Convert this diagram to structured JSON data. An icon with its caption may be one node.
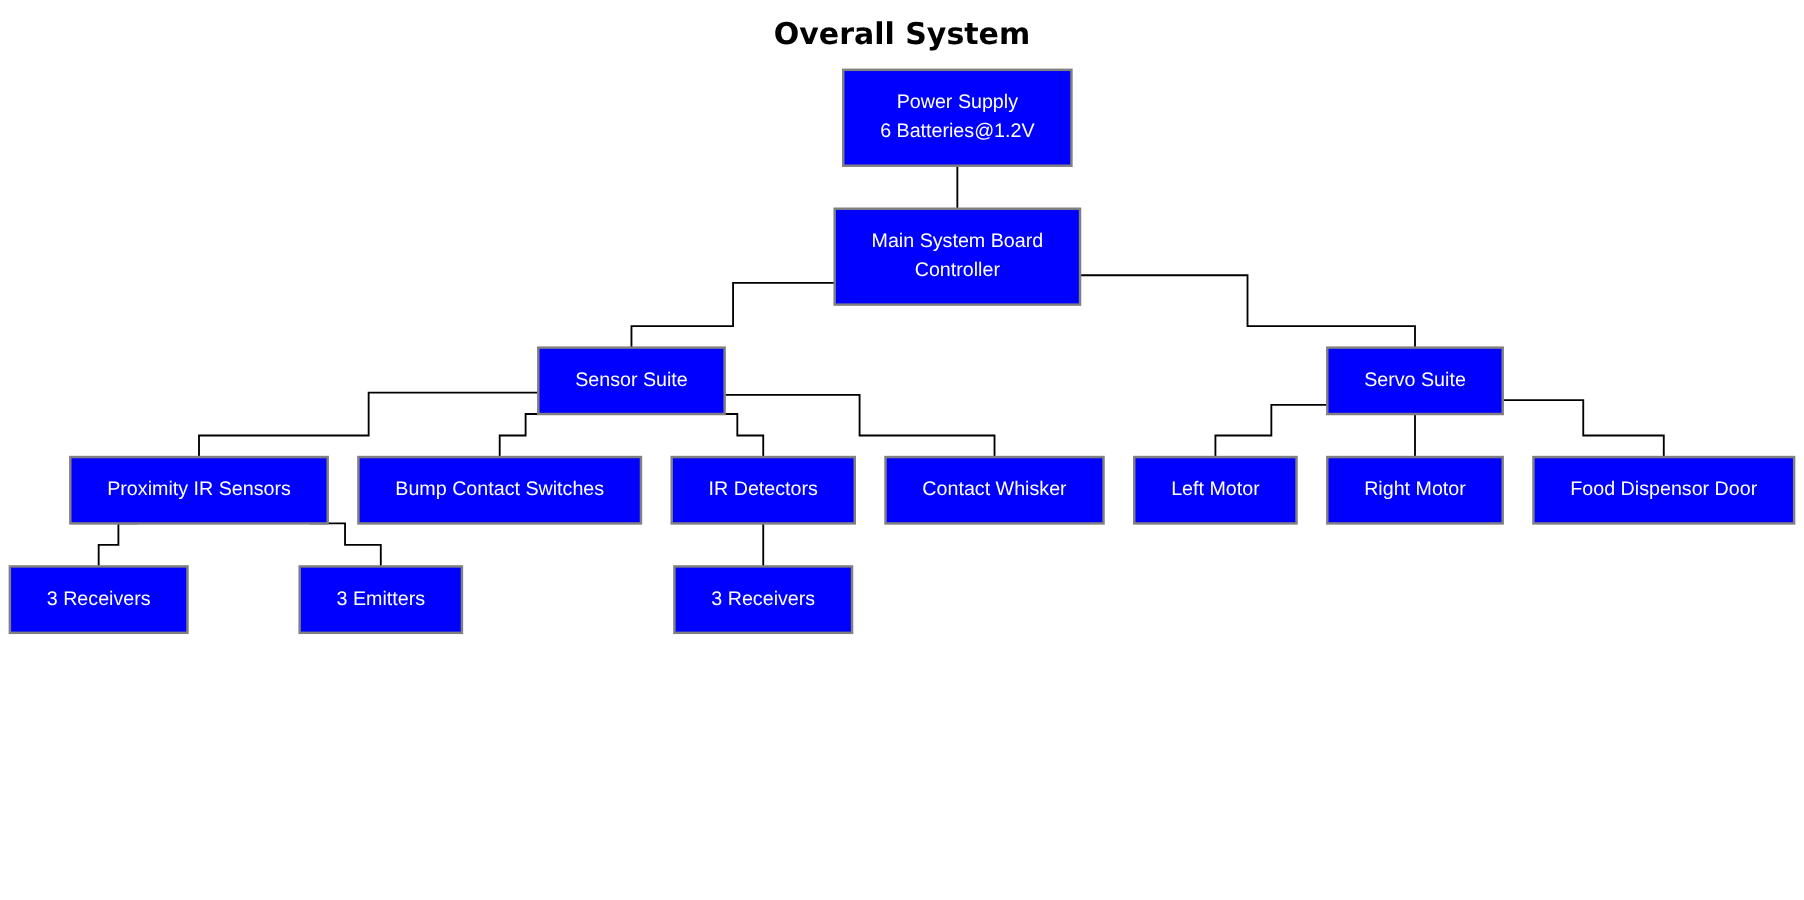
{
  "diagram": {
    "title": "Overall System",
    "nodes": [
      {
        "text": [
          "Power Supply",
          "6 Batteries@1.2V"
        ]
      },
      {
        "text": [
          "Main System Board",
          "Controller"
        ]
      },
      {
        "text": [
          "Sensor Suite"
        ]
      },
      {
        "text": [
          "Servo Suite"
        ]
      },
      {
        "text": [
          "Proximity IR Sensors"
        ]
      },
      {
        "text": [
          "Bump Contact Switches"
        ]
      },
      {
        "text": [
          "Left Motor"
        ]
      },
      {
        "text": [
          "Right Motor"
        ]
      },
      {
        "text": [
          "3 Receivers"
        ]
      },
      {
        "text": [
          "3 Emitters"
        ]
      },
      {
        "text": [
          "IR Detectors"
        ]
      },
      {
        "text": [
          "Contact Whisker"
        ]
      },
      {
        "text": [
          "Food Dispensor Door"
        ]
      },
      {
        "text": [
          "3 Receivers"
        ]
      }
    ],
    "edges": [
      {
        "from": 0,
        "to": 1,
        "arrow": "none"
      },
      {
        "from": 1,
        "to": 2,
        "arrow": "none"
      },
      {
        "from": 1,
        "to": 3,
        "arrow": "none"
      },
      {
        "from": 2,
        "to": 4,
        "arrow": "none"
      },
      {
        "from": 2,
        "to": 5,
        "arrow": "none"
      },
      {
        "from": 2,
        "to": 10,
        "arrow": "none"
      },
      {
        "from": 2,
        "to": 11,
        "arrow": "none"
      },
      {
        "from": 3,
        "to": 6,
        "arrow": "none"
      },
      {
        "from": 3,
        "to": 7,
        "arrow": "none"
      },
      {
        "from": 3,
        "to": 12,
        "arrow": "none"
      },
      {
        "from": 4,
        "to": 8,
        "arrow": "none"
      },
      {
        "from": 4,
        "to": 9,
        "arrow": "none"
      },
      {
        "from": 10,
        "to": 13,
        "arrow": "none"
      }
    ]
  }
}
